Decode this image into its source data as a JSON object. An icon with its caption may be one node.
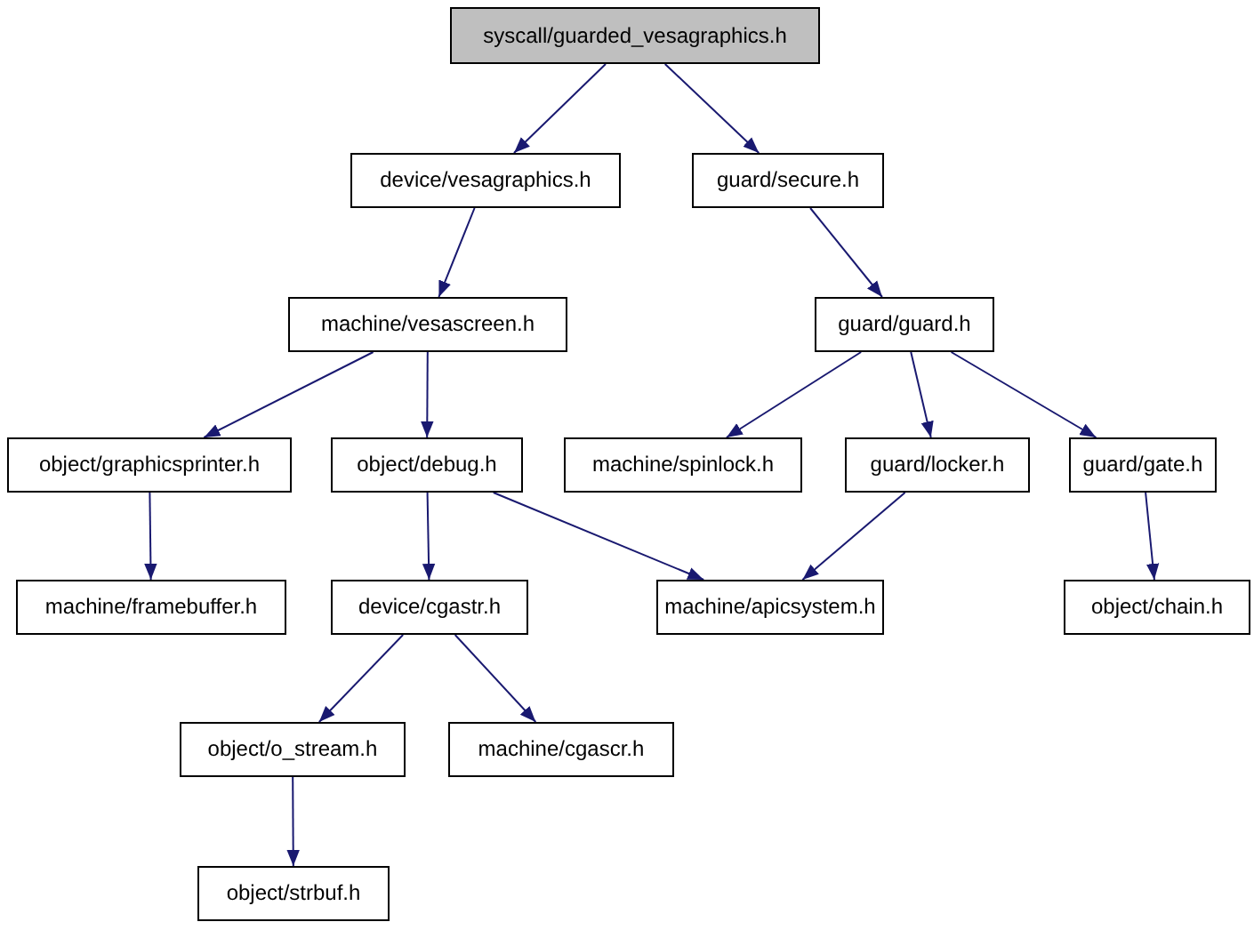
{
  "diagram": {
    "nodes": [
      {
        "text": [
          "syscall/guarded_vesagraphics.h"
        ]
      },
      {
        "text": [
          "device/vesagraphics.h"
        ]
      },
      {
        "text": [
          "guard/secure.h"
        ]
      },
      {
        "text": [
          "machine/vesascreen.h"
        ]
      },
      {
        "text": [
          "guard/guard.h"
        ]
      },
      {
        "text": [
          "object/graphicsprinter.h"
        ]
      },
      {
        "text": [
          "object/debug.h"
        ]
      },
      {
        "text": [
          "machine/spinlock.h"
        ]
      },
      {
        "text": [
          "guard/locker.h"
        ]
      },
      {
        "text": [
          "guard/gate.h"
        ]
      },
      {
        "text": [
          "machine/framebuffer.h"
        ]
      },
      {
        "text": [
          "device/cgastr.h"
        ]
      },
      {
        "text": [
          "machine/apicsystem.h"
        ]
      },
      {
        "text": [
          "object/chain.h"
        ]
      },
      {
        "text": [
          "object/o_stream.h"
        ]
      },
      {
        "text": [
          "machine/cgascr.h"
        ]
      },
      {
        "text": [
          "object/strbuf.h"
        ]
      }
    ],
    "edges": [
      {
        "from": 0,
        "to": 1,
        "arrow": "to"
      },
      {
        "from": 0,
        "to": 2,
        "arrow": "to"
      },
      {
        "from": 1,
        "to": 3,
        "arrow": "to"
      },
      {
        "from": 2,
        "to": 4,
        "arrow": "to"
      },
      {
        "from": 3,
        "to": 5,
        "arrow": "to"
      },
      {
        "from": 3,
        "to": 6,
        "arrow": "to"
      },
      {
        "from": 4,
        "to": 7,
        "arrow": "to"
      },
      {
        "from": 4,
        "to": 8,
        "arrow": "to"
      },
      {
        "from": 4,
        "to": 9,
        "arrow": "to"
      },
      {
        "from": 5,
        "to": 10,
        "arrow": "to"
      },
      {
        "from": 6,
        "to": 11,
        "arrow": "to"
      },
      {
        "from": 6,
        "to": 12,
        "arrow": "to"
      },
      {
        "from": 8,
        "to": 12,
        "arrow": "to"
      },
      {
        "from": 9,
        "to": 13,
        "arrow": "to"
      },
      {
        "from": 11,
        "to": 14,
        "arrow": "to"
      },
      {
        "from": 11,
        "to": 15,
        "arrow": "to"
      },
      {
        "from": 14,
        "to": 16,
        "arrow": "to"
      }
    ]
  }
}
